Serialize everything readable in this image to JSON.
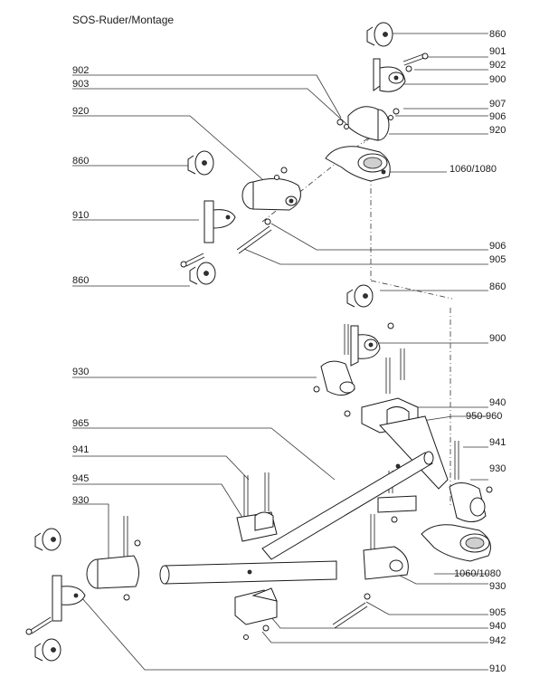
{
  "title": "SOS-Ruder/Montage",
  "labels": {
    "l_860_a": "860",
    "l_901": "901",
    "l_902_r": "902",
    "l_900_a": "900",
    "l_907": "907",
    "l_906_a": "906",
    "l_920_r": "920",
    "l_1060_a": "1060/1080",
    "l_902_l": "902",
    "l_903": "903",
    "l_920_l": "920",
    "l_860_l": "860",
    "l_910_a": "910",
    "l_906_b": "906",
    "l_905_a": "905",
    "l_860_b": "860",
    "l_860_c": "860",
    "l_900_b": "900",
    "l_930_a": "930",
    "l_940_a": "940",
    "l_950": "950-960",
    "l_965": "965",
    "l_941_l": "941",
    "l_941_r": "941",
    "l_945": "945",
    "l_930_r": "930",
    "l_930_l": "930",
    "l_1060_b": "1060/1080",
    "l_930_b": "930",
    "l_905_b": "905",
    "l_940_b": "940",
    "l_942": "942",
    "l_910_b": "910"
  }
}
